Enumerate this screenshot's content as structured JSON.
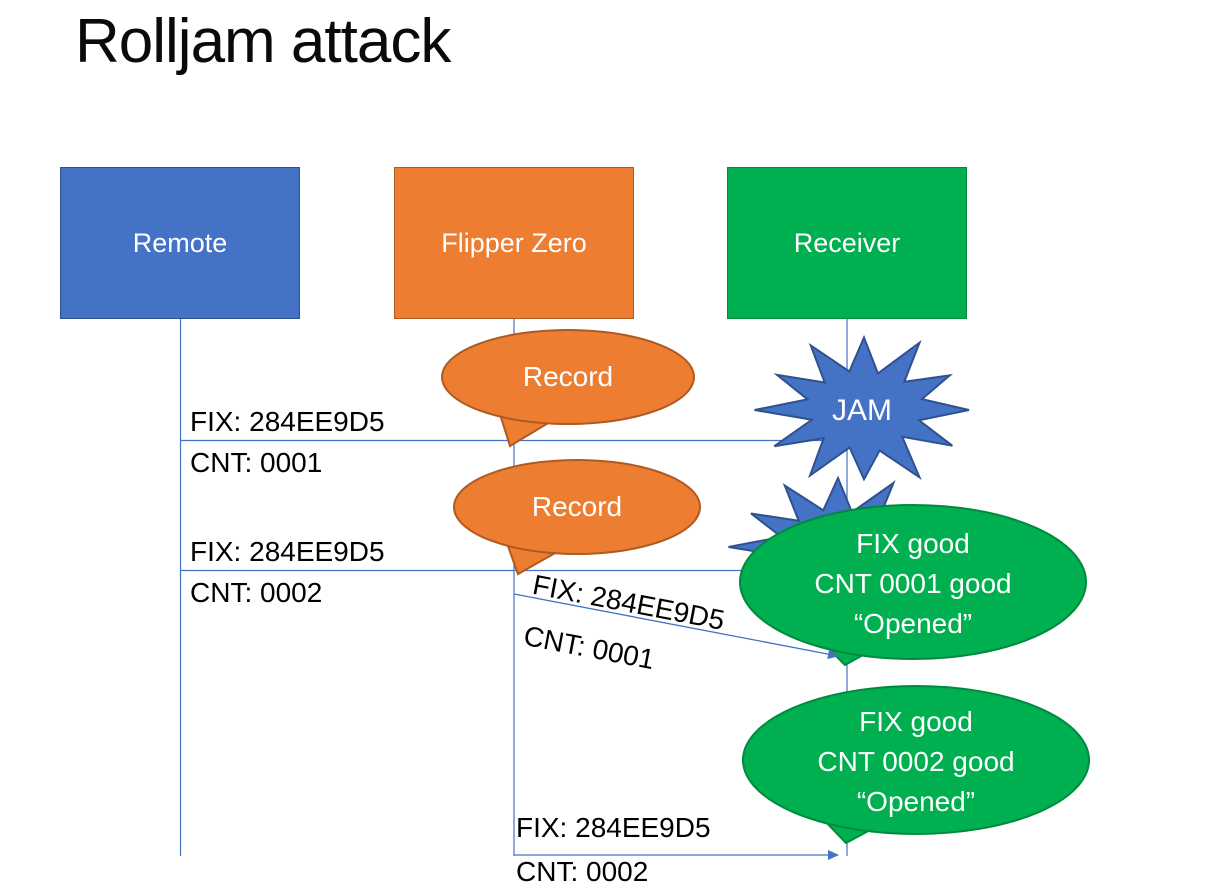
{
  "title": "Rolljam attack",
  "actors": [
    {
      "id": "remote",
      "label": "Remote",
      "color": "#4472C4"
    },
    {
      "id": "flipper-zero",
      "label": "Flipper Zero",
      "color": "#ED7D31"
    },
    {
      "id": "receiver",
      "label": "Receiver",
      "color": "#00B050"
    }
  ],
  "labels": {
    "msg1_fix": "FIX: 284EE9D5",
    "msg1_cnt": "CNT: 0001",
    "msg2_fix": "FIX: 284EE9D5",
    "msg2_cnt": "CNT: 0002",
    "replay1_fix": "FIX: 284EE9D5",
    "replay1_cnt": "CNT: 0001",
    "replay2_fix": "FIX: 284EE9D5",
    "replay2_cnt": "CNT: 0002"
  },
  "callouts": {
    "record1": "Record",
    "record2": "Record",
    "jam": "JAM",
    "result1": [
      "FIX good",
      "CNT 0001 good",
      "“Opened”"
    ],
    "result2": [
      "FIX good",
      "CNT 0002 good",
      "“Opened”"
    ]
  },
  "colors": {
    "remote_blue": "#4472C4",
    "flipper_orange": "#ED7D31",
    "receiver_green": "#00B050",
    "connector_blue": "#4472C4",
    "jam_star_blue": "#4472C4",
    "orange_border": "#AE5A21",
    "green_border": "#008A3E"
  }
}
